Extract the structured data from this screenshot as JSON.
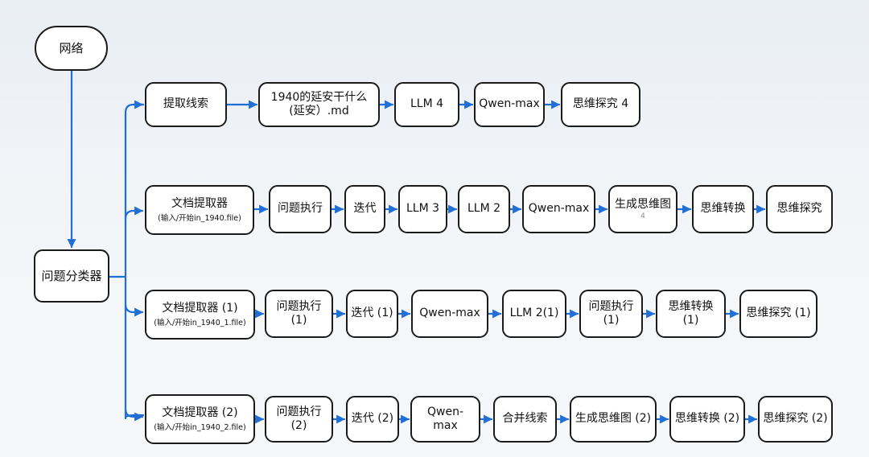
{
  "root": "网络",
  "classifier": "问题分类器",
  "row1": {
    "head": "提取线索",
    "steps": [
      "1940的延安干什么\n(延安）.md",
      "LLM 4",
      "Qwen-max",
      "思维探究 4"
    ]
  },
  "row2": {
    "head": "文档提取器",
    "head_sub": "(输入/开始in_1940.file)",
    "steps": [
      "问题执行",
      "迭代",
      "LLM 3",
      "LLM 2",
      "Qwen-max",
      "生成思维图",
      "思维转换",
      "思维探究"
    ],
    "mark": "4"
  },
  "row3": {
    "head": "文档提取器 (1)",
    "head_sub": "(输入/开始in_1940_1.file)",
    "steps": [
      "问题执行 (1)",
      "迭代 (1)",
      "Qwen-max",
      "LLM 2(1)",
      "问题执行\n(1)",
      "思维转换\n(1)",
      "思维探究 (1)"
    ]
  },
  "row4": {
    "head": "文档提取器 (2)",
    "head_sub": "(输入/开始in_1940_2.file)",
    "steps": [
      "问题执行 (2)",
      "迭代 (2)",
      "Qwen-max",
      "合并线索",
      "生成思维图 (2)",
      "思维转换 (2)",
      "思维探究 (2)"
    ]
  },
  "colors": {
    "arrow": "#1f6fd6",
    "border": "#1b1b1b",
    "node_fill": "#ffffff"
  }
}
